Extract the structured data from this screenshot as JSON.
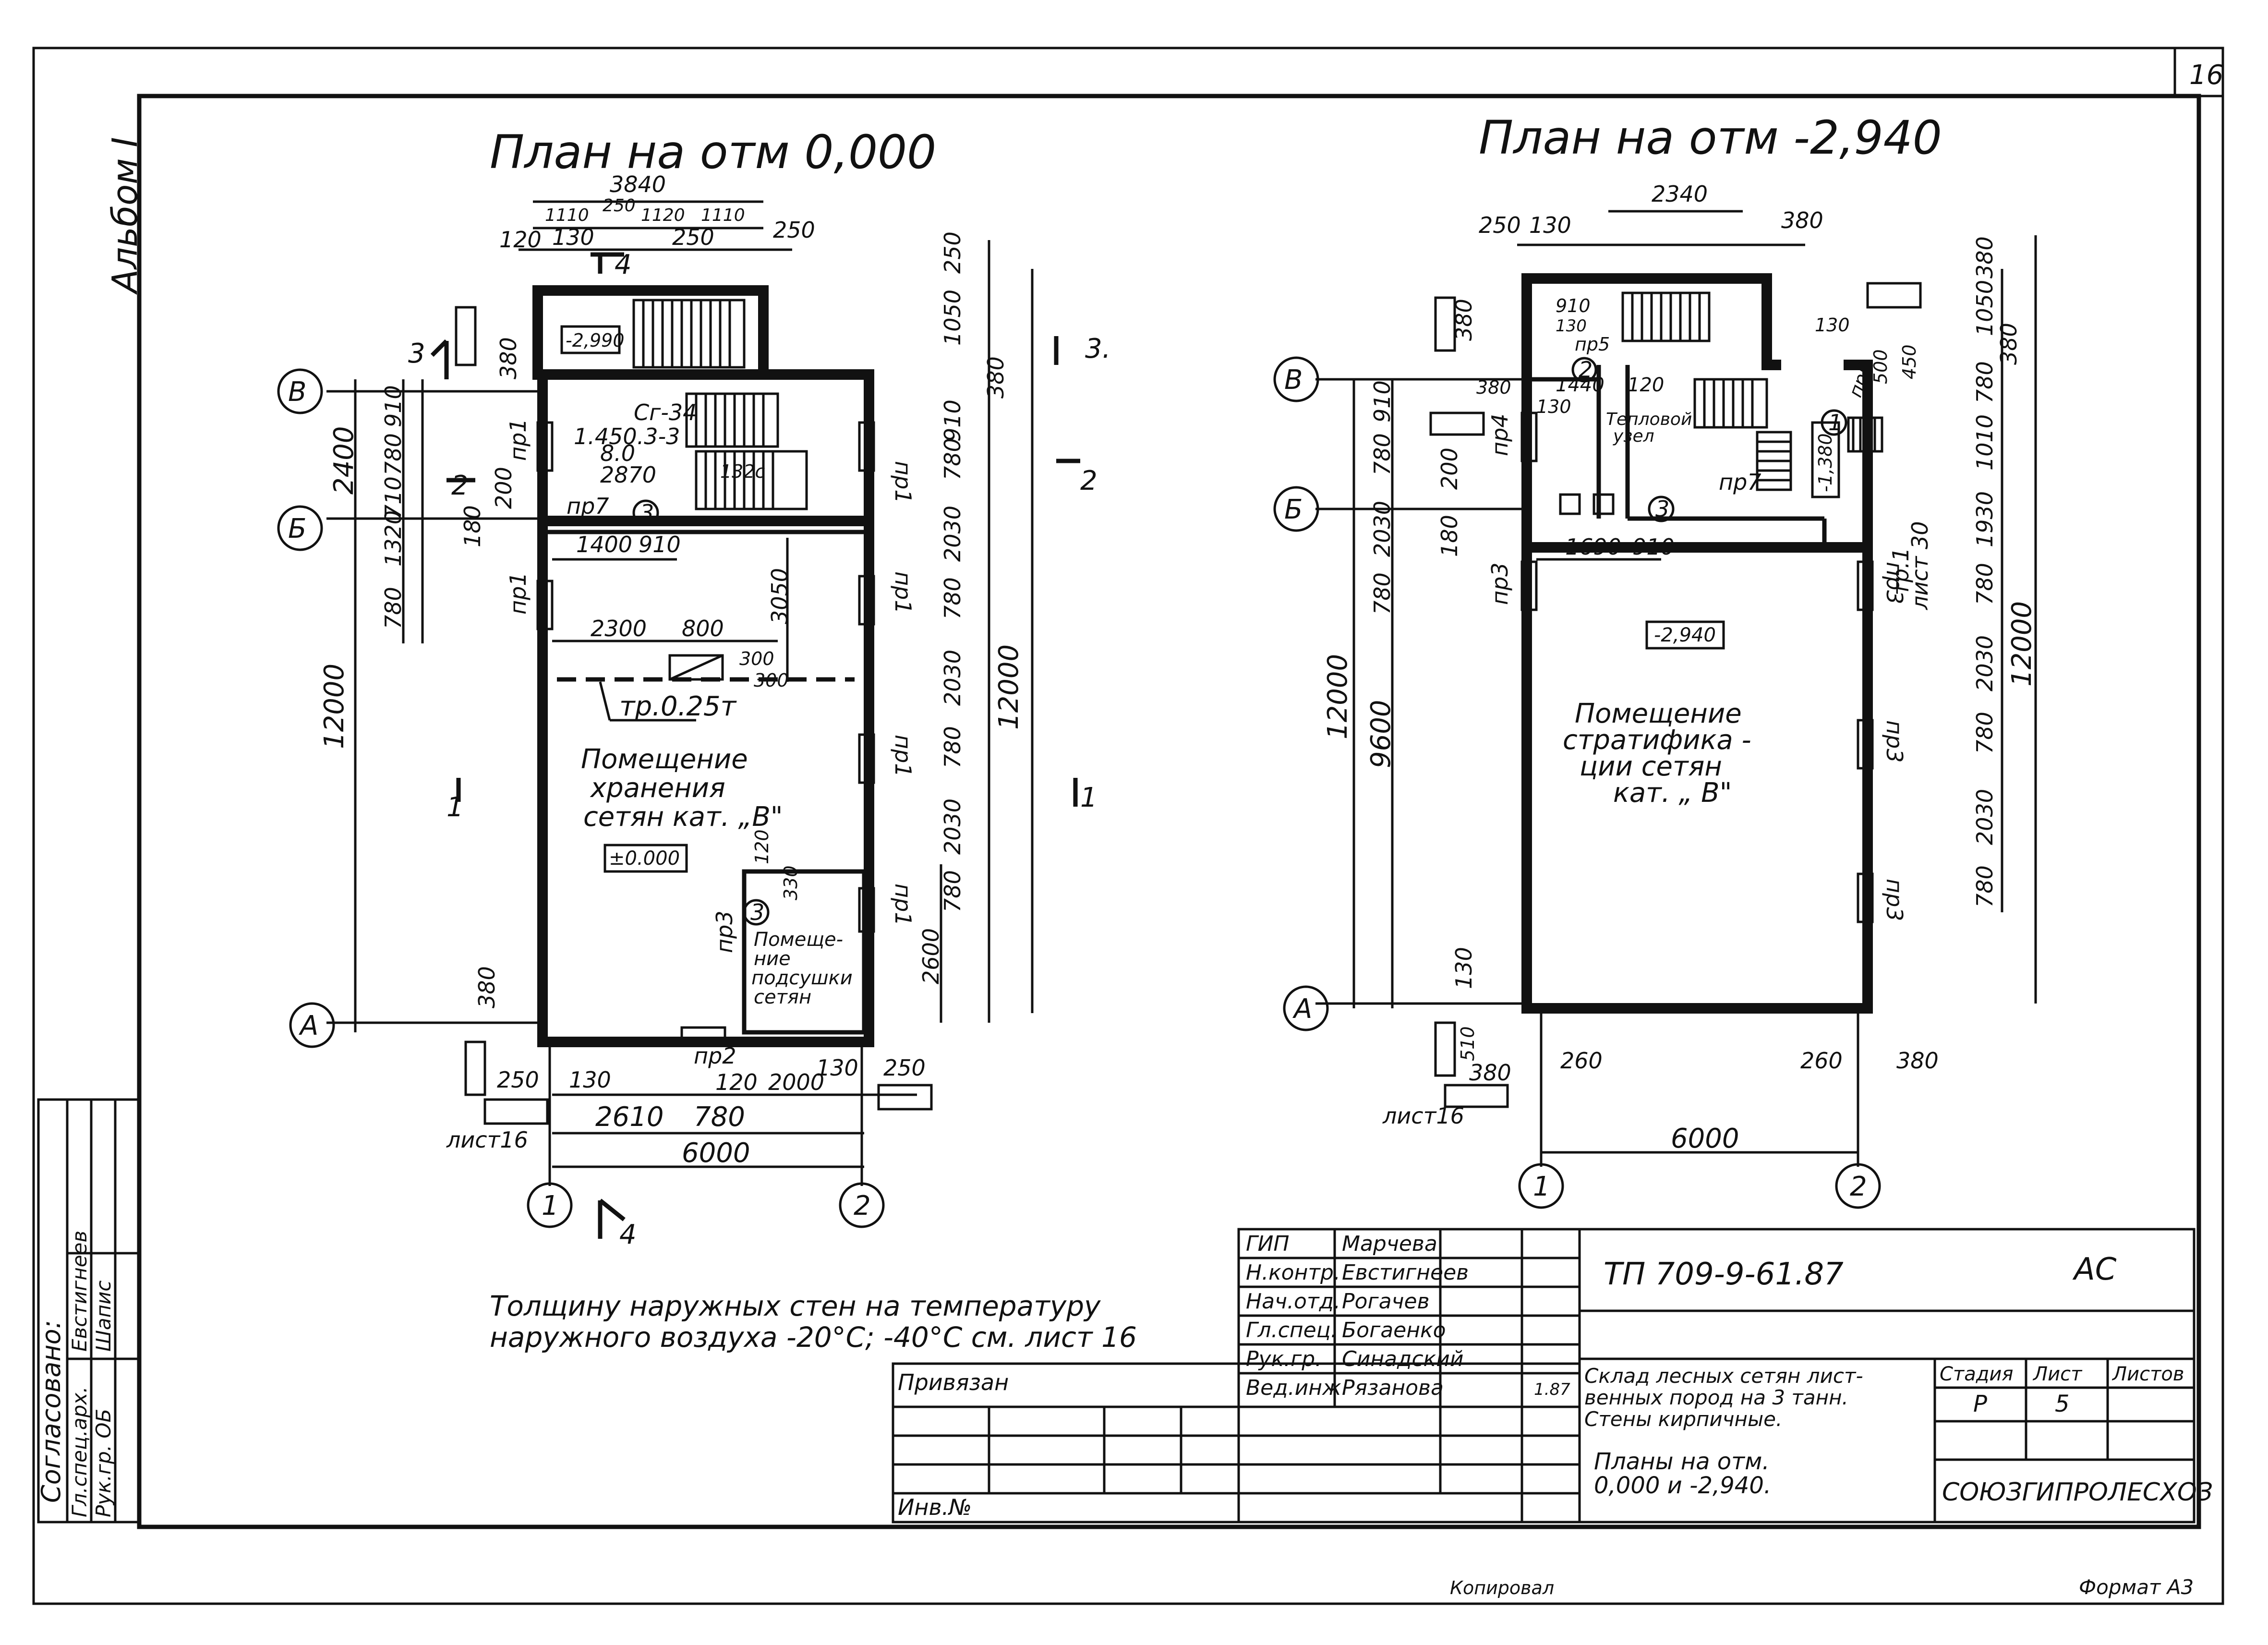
{
  "sheet_number": "16",
  "album": "Альбом I",
  "plan1": {
    "title": "План на отм 0,000",
    "axes": {
      "a": "А",
      "b": "Б",
      "v": "В",
      "n1": "1",
      "n2": "2"
    },
    "sections": {
      "s1": "1",
      "s2": "2",
      "s3": "3",
      "s4": "4",
      "s3b": "3."
    },
    "room_main": [
      "Помещение",
      "хранения",
      "сетян кат. „В\""
    ],
    "room_small": [
      "Помеще-",
      "ние",
      "подсушки",
      "сетян"
    ],
    "level_main": "±0.000",
    "level_top": "-2,990",
    "beam": "тр.0.25т",
    "stair_note": [
      "Сг-34",
      "1.450.3-3",
      "8.0"
    ],
    "stair_note2": "132с",
    "openings": {
      "pr1": "пр1",
      "pr2": "пр2",
      "pr3": "пр3",
      "pr7": "пр7"
    },
    "list16": "лист16",
    "circle3": "3",
    "dims": {
      "d3840": "3840",
      "d1110a": "1110",
      "d250a": "250",
      "d1120": "1120",
      "d1110b": "1110",
      "d120": "120",
      "d130": "130",
      "d250b": "250",
      "d250c": "250",
      "d380a": "380",
      "d2400": "2400",
      "d910": "910",
      "d780": "780",
      "d710": "710",
      "d1320": "1320",
      "d200": "200",
      "d180": "180",
      "d780b": "780",
      "d12000": "12000",
      "d2870": "2870",
      "d1400": "1400",
      "d910b": "910",
      "d3050": "3050",
      "d2300": "2300",
      "d800": "800",
      "d300a": "300",
      "d300b": "300",
      "d380b": "380",
      "d250d": "250",
      "d130b": "130",
      "d120b": "120",
      "d2000": "2000",
      "d130c": "130",
      "d250e": "250",
      "d2610": "2610",
      "d780c": "780",
      "d6000": "6000",
      "d120c": "120",
      "d330": "330",
      "d2600": "2600",
      "r250": "250",
      "r1050": "1050",
      "r380": "380",
      "r910": "910",
      "r780a": "780",
      "r2030a": "2030",
      "r780b": "780",
      "r2030b": "2030",
      "r780c": "780",
      "r2030c": "2030",
      "r780d": "780",
      "r12000": "12000"
    }
  },
  "plan2": {
    "title": "План на отм -2,940",
    "axes": {
      "a": "А",
      "b": "Б",
      "v": "В",
      "n1": "1",
      "n2": "2"
    },
    "room_main": [
      "Помещение",
      "стратифика -",
      "ции сетян",
      "кат. „ В\""
    ],
    "level_main": "-2,940",
    "level_pit": "-1,380",
    "teplo": [
      "Тепловой",
      "узел"
    ],
    "openings": {
      "pr3": "пр3",
      "pr4": "пр4",
      "pr5": "пр5",
      "pr7": "пр7"
    },
    "beam": [
      "тр.1",
      "лист 30"
    ],
    "list16": "лист16",
    "circles": {
      "c1": "1",
      "c2": "2",
      "c3": "3"
    },
    "dims": {
      "d2340": "2340",
      "d250": "250",
      "d130": "130",
      "d380a": "380",
      "d380b": "380",
      "d910": "910",
      "d130b": "130",
      "d1440": "1440",
      "d120": "120",
      "d130c": "130",
      "d380c": "380",
      "d910b": "910",
      "d780": "780",
      "d200": "200",
      "d2030": "2030",
      "d180": "180",
      "d780b": "780",
      "d9600": "9600",
      "d12000": "12000",
      "d1690": "1690",
      "d910c": "910",
      "d130d": "130",
      "d510": "510",
      "d380d": "380",
      "d260a": "260",
      "d260b": "260",
      "d380e": "380",
      "d6000": "6000",
      "d500": "500",
      "d450": "450",
      "d130e": "130",
      "r1050": "1050",
      "r380a": "380",
      "r380b": "380",
      "r780a": "780",
      "r1010": "1010",
      "r1930": "1930",
      "r780b": "780",
      "r2030a": "2030",
      "r780c": "780",
      "r2030b": "2030",
      "r780d": "780",
      "r12000": "12000"
    }
  },
  "note": [
    "Толщину наружных стен на температуру",
    "наружного воздуха -20°С; -40°С см. лист 16"
  ],
  "approval": {
    "title": "Согласовано:",
    "rows": [
      {
        "role": "Гл.спец.арх.",
        "name": "Евстигнеев"
      },
      {
        "role": "Рук.гр. ОБ",
        "name": "Шапис"
      }
    ]
  },
  "stamp": {
    "privyazan": "Привязан",
    "inv": "Инв.№",
    "code": "ТП 709-9-61.87",
    "mark": "АС",
    "people": [
      {
        "role": "ГИП",
        "name": "Марчева"
      },
      {
        "role": "Н.контр.",
        "name": "Евстигнеев"
      },
      {
        "role": "Нач.отд.",
        "name": "Рогачев"
      },
      {
        "role": "Гл.спец.",
        "name": "Богаенко"
      },
      {
        "role": "Рук.гр.",
        "name": "Синадский"
      },
      {
        "role": "Вед.инж.",
        "name": "Рязанова"
      }
    ],
    "object": [
      "Склад лесных сетян лист-",
      "венных пород на 3 танн.",
      "Стены кирпичные."
    ],
    "sheet_title": [
      "Планы на отм.",
      "0,000 и -2,940."
    ],
    "stage_label": "Стадия",
    "sheet_label": "Лист",
    "sheets_label": "Листов",
    "stage": "Р",
    "sheet": "5",
    "org": "СОЮЗГИПРОЛЕСХОЗ",
    "date_mark": "1.87"
  },
  "footer": {
    "copied": "Копировал",
    "format": "Формат А3"
  }
}
